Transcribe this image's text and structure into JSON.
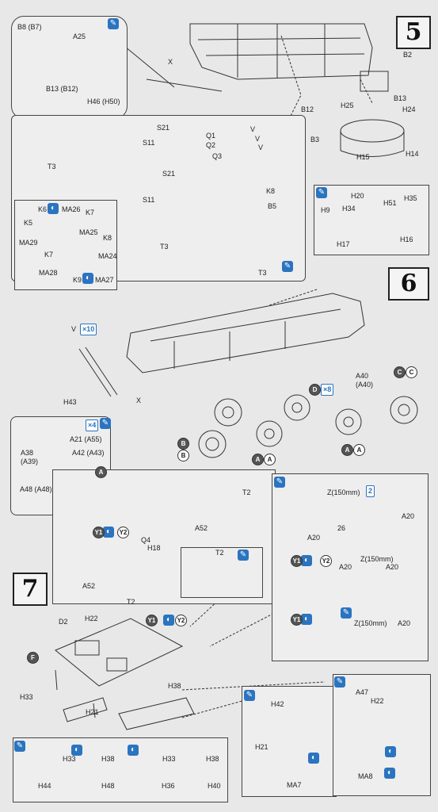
{
  "steps": {
    "s5": "5",
    "s6": "6",
    "s7": "7"
  },
  "tools": {
    "glue": "✎",
    "paint": "◐"
  },
  "step5": {
    "labels": {
      "b8": "B8 (B7)",
      "a25": "A25",
      "b13b12": "B13 (B12)",
      "h46": "H46 (H50)",
      "x": "X",
      "b2": "B2",
      "b13": "B13",
      "b12": "B12",
      "b3": "B3",
      "h25": "H25",
      "h24": "H24",
      "h15": "H15",
      "h14": "H14",
      "h20": "H20",
      "h35": "H35",
      "h9": "H9",
      "h34": "H34",
      "h51": "H51",
      "h16": "H16",
      "h17": "H17"
    }
  },
  "step6": {
    "labels": {
      "s21a": "S21",
      "s11a": "S11",
      "q1": "Q1",
      "q2": "Q2",
      "q3": "Q3",
      "v": "V",
      "t3a": "T3",
      "s21b": "S21",
      "s11b": "S11",
      "k8a": "K8",
      "b5": "B5",
      "t3b": "T3",
      "t3c": "T3",
      "k6": "K6",
      "ma26": "MA26",
      "k5": "K5",
      "ma29": "MA29",
      "k7a": "K7",
      "ma25": "MA25",
      "k8b": "K8",
      "ma24": "MA24",
      "k7b": "K7",
      "ma28": "MA28",
      "k9": "K9",
      "ma27": "MA27",
      "v10": "V",
      "h43": "H43",
      "x": "X",
      "d": "D",
      "a40": "A40",
      "a40b": "(A40)",
      "c": "C",
      "b": "B",
      "a": "A",
      "a21": "A21 (A55)",
      "a38": "A38",
      "a39": "(A39)",
      "a42": "A42 (A43)",
      "a48": "A48 (A48)"
    },
    "counts": {
      "v": "×10",
      "d": "×8",
      "a21": "×4"
    }
  },
  "step7": {
    "labels": {
      "t2a": "T2",
      "q4": "Q4",
      "a52a": "A52",
      "a52b": "A52",
      "t2b": "T2",
      "t2c": "T2",
      "y1": "Y1",
      "y2": "Y2",
      "h18": "H18",
      "h26": "26",
      "z150a": "Z(150mm)",
      "a20a": "A20",
      "a20b": "A20",
      "z150b": "Z(150mm)",
      "a20c": "A20",
      "a20d": "A20",
      "z150c": "Z(150mm)",
      "a20e": "A20",
      "d2": "D2",
      "h22": "H22",
      "h33": "H33",
      "h21": "H21",
      "h38": "H38",
      "f": "F",
      "h42": "H42",
      "h21b": "H21",
      "ma7": "MA7",
      "a47": "A47",
      "h22b": "H22",
      "ma8": "MA8",
      "h33b": "H33",
      "h38b": "H38",
      "h33c": "H33",
      "h38c": "H38",
      "h44": "H44",
      "h48": "H48",
      "h36": "H36",
      "h40": "H40"
    },
    "counts": {
      "z": "2"
    }
  }
}
